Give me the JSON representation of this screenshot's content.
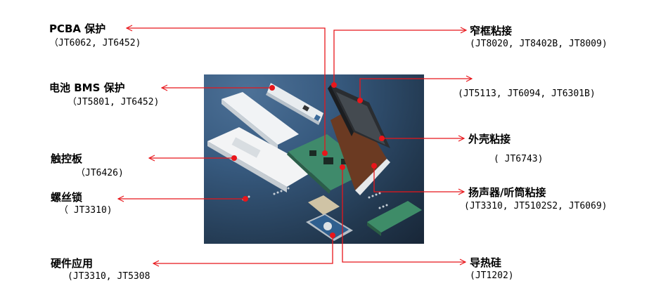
{
  "diagram": {
    "subject": "Exploded laptop components with adhesive product codes",
    "line_color": "#e8161b",
    "photo_colors": {
      "bg_light": "#4d7197",
      "bg_dark": "#182637"
    },
    "callouts": [
      {
        "id": "pcba",
        "title": "PCBA 保护",
        "codes": "（JT6062, JT6452)"
      },
      {
        "id": "battery",
        "title": "电池 BMS 保护",
        "codes": "（JT5801, JT6452)"
      },
      {
        "id": "touchpad",
        "title": "触控板",
        "codes": "（JT6426)"
      },
      {
        "id": "screw",
        "title": "螺丝锁",
        "codes": "（ JT3310)"
      },
      {
        "id": "hardware",
        "title": "硬件应用",
        "codes": "(JT3310, JT5308"
      },
      {
        "id": "narrow-frame",
        "title": "窄框粘接",
        "codes": "(JT8020, JT8402B, JT8009)"
      },
      {
        "id": "screen",
        "title": "",
        "codes": "(JT5113, JT6094, JT6301B)"
      },
      {
        "id": "shell",
        "title": "外壳粘接",
        "codes": "( JT6743)"
      },
      {
        "id": "speaker",
        "title": "扬声器/听筒粘接",
        "codes": "(JT3310, JT5102S2, JT6069)"
      },
      {
        "id": "thermal",
        "title": "导热硅",
        "codes": "(JT1202)"
      }
    ]
  }
}
